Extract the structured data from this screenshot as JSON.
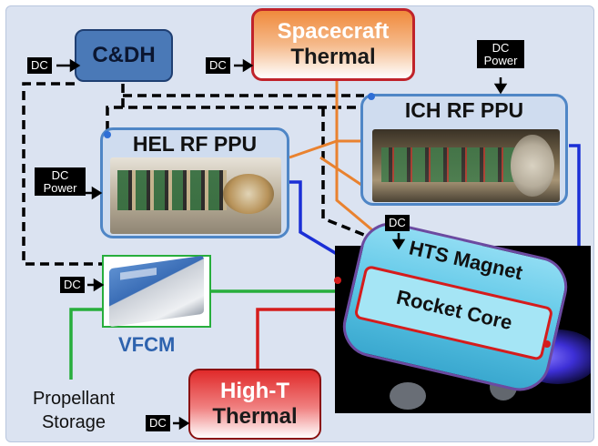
{
  "blocks": {
    "cdh": "C&DH",
    "spacecraft_thermal_line1": "Spacecraft",
    "spacecraft_thermal_line2": "Thermal",
    "ich_rf_ppu": "ICH RF PPU",
    "hel_rf_ppu": "HEL RF PPU",
    "vfcm": "VFCM",
    "hts_magnet": "HTS Magnet",
    "rocket_core": "Rocket Core",
    "high_t_thermal_line1": "High-T",
    "high_t_thermal_line2": "Thermal",
    "propellant_line1": "Propellant",
    "propellant_line2": "Storage"
  },
  "dc_tags": {
    "cdh": "DC",
    "spacecraft_thermal": "DC",
    "magnet": "DC",
    "vfcm": "DC",
    "high_t": "DC",
    "ich_power_line1": "DC",
    "ich_power_line2": "Power",
    "hel_power_line1": "DC",
    "hel_power_line2": "Power"
  },
  "colors": {
    "cdh_fill": "#4a79b7",
    "spacecraft_thermal_border": "#c0232a",
    "spacecraft_thermal_fill": "#f08a3c",
    "ppu_border": "#4f86c6",
    "high_t_fill": "#e02a2a",
    "vfcm_text": "#2e63ae",
    "blue_line": "#1b2fd6",
    "orange_line": "#e9822f",
    "green_line": "#27ae3c",
    "red_line": "#d51c1c",
    "control_line": "#000000",
    "magnet": "#5cc6e6"
  },
  "icons": [
    "rf-ppu-photo",
    "vfcm-device-photo",
    "rocket-engine-render"
  ]
}
